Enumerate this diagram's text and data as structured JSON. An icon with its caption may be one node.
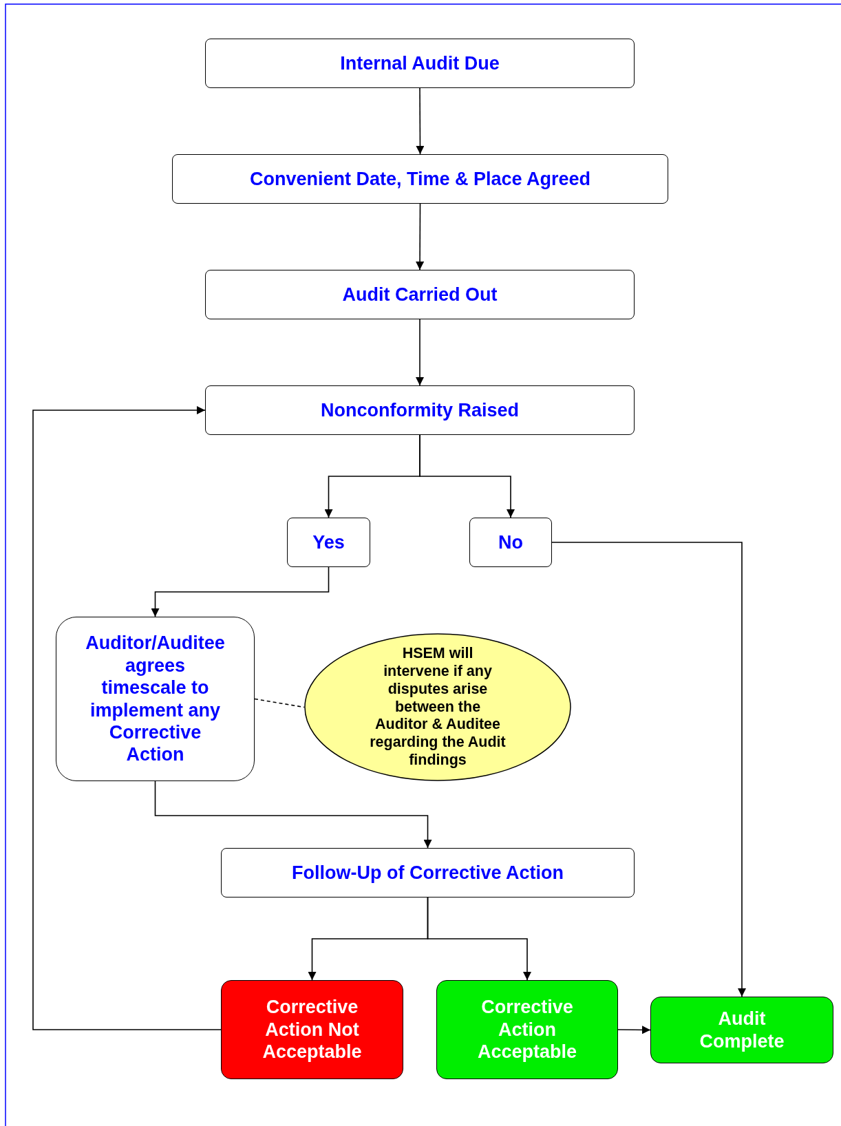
{
  "diagram": {
    "nodes": [
      {
        "text": [
          "Internal Audit Due"
        ]
      },
      {
        "text": [
          "Convenient Date, Time & Place Agreed"
        ]
      },
      {
        "text": [
          "Audit Carried Out"
        ]
      },
      {
        "text": [
          "Nonconformity Raised"
        ]
      },
      {
        "text": [
          "Yes"
        ]
      },
      {
        "text": [
          "No"
        ]
      },
      {
        "text": [
          "Auditor/Auditee agrees timescale to implement any Corrective Action"
        ]
      },
      {
        "text": [
          "HSEM will intervene if any disputes arise between the Auditor & Auditee regarding the Audit findings"
        ]
      },
      {
        "text": [
          "Follow-Up of Corrective Action"
        ]
      },
      {
        "text": [
          "Corrective Action Not Acceptable"
        ]
      },
      {
        "text": [
          "Corrective Action Acceptable"
        ]
      },
      {
        "text": [
          "Audit Complete"
        ]
      }
    ],
    "edges": [
      {
        "from": 0,
        "to": 1,
        "arrow": "to"
      },
      {
        "from": 1,
        "to": 2,
        "arrow": "to"
      },
      {
        "from": 2,
        "to": 3,
        "arrow": "to"
      },
      {
        "from": 3,
        "to": 4,
        "arrow": "to"
      },
      {
        "from": 3,
        "to": 5,
        "arrow": "to"
      },
      {
        "from": 4,
        "to": 6,
        "arrow": "to"
      },
      {
        "from": 5,
        "to": 11,
        "arrow": "to"
      },
      {
        "from": 6,
        "to": 7,
        "arrow": "none",
        "style": "dashed"
      },
      {
        "from": 6,
        "to": 8,
        "arrow": "to"
      },
      {
        "from": 8,
        "to": 9,
        "arrow": "to"
      },
      {
        "from": 8,
        "to": 10,
        "arrow": "to"
      },
      {
        "from": 9,
        "to": 3,
        "arrow": "to"
      },
      {
        "from": 10,
        "to": 11,
        "arrow": "to"
      }
    ]
  }
}
